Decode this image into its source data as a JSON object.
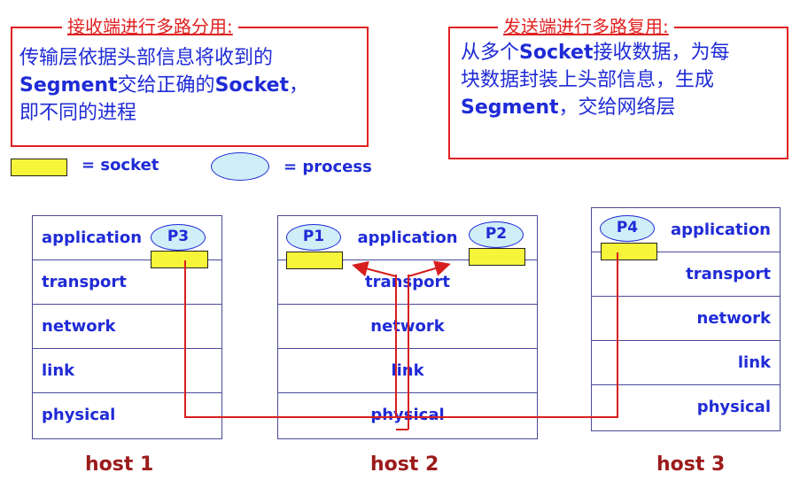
{
  "demux_callout": {
    "title": "接收端进行多路分用:",
    "lines": [
      [
        {
          "t": "传输层依据头部信息将收到的",
          "b": false
        }
      ],
      [
        {
          "t": "Segment",
          "b": true
        },
        {
          "t": "交给正确的",
          "b": false
        },
        {
          "t": "Socket",
          "b": true
        },
        {
          "t": "，",
          "b": false
        }
      ],
      [
        {
          "t": "即不同的进程",
          "b": false
        }
      ]
    ]
  },
  "mux_callout": {
    "title": "发送端进行多路复用:",
    "lines": [
      [
        {
          "t": "从多个",
          "b": false
        },
        {
          "t": "Socket",
          "b": true
        },
        {
          "t": "接收数据，为每",
          "b": false
        }
      ],
      [
        {
          "t": "块数据封装上头部信息，生成",
          "b": false
        }
      ],
      [
        {
          "t": "Segment",
          "b": true
        },
        {
          "t": "，交给网络层",
          "b": false
        }
      ]
    ]
  },
  "legend": {
    "socket_label": "= socket",
    "process_label": "= process"
  },
  "hosts": [
    {
      "label": "host 1",
      "layers": [
        "application",
        "transport",
        "network",
        "link",
        "physical"
      ]
    },
    {
      "label": "host 2",
      "layers": [
        "application",
        "transport",
        "network",
        "link",
        "physical"
      ]
    },
    {
      "label": "host 3",
      "layers": [
        "application",
        "transport",
        "network",
        "link",
        "physical"
      ]
    }
  ],
  "processes": {
    "p1": "P1",
    "p2": "P2",
    "p3": "P3",
    "p4": "P4"
  },
  "colors": {
    "callout_border": "#e02020",
    "body_text": "#1f2bd6",
    "socket_fill": "#f7f53a",
    "process_fill": "#cfeef8",
    "host_label": "#9b1b1b",
    "wire": "#d81e1e"
  }
}
